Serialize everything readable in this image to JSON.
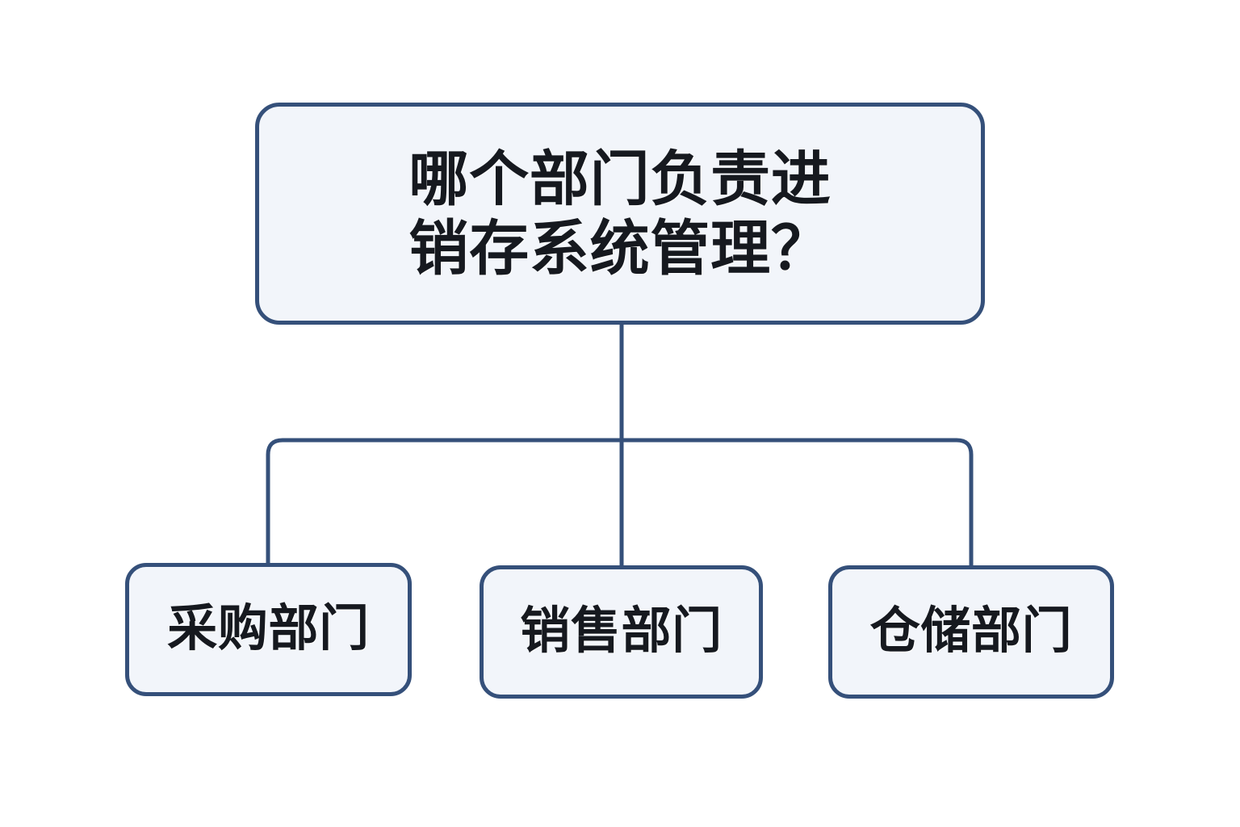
{
  "diagram": {
    "type": "decision-tree",
    "title_text": "哪个部门负责进销存系统管理？",
    "root": {
      "id": "root",
      "label": "哪个部门负责进\n销存系统管理？",
      "line1": "哪个部门负责进",
      "line2": "销存系统管理？"
    },
    "children": [
      {
        "id": "leaf-0",
        "label": "采购部门"
      },
      {
        "id": "leaf-1",
        "label": "销售部门"
      },
      {
        "id": "leaf-2",
        "label": "仓储部门"
      }
    ],
    "connector": {
      "name": "elbow-bus-connector",
      "stroke_color": "#35507a",
      "stroke_width": 5,
      "corner_radius": 18
    },
    "colors": {
      "node_fill": "#f2f5fa",
      "node_border": "#35507a",
      "text": "#16191f",
      "background": "#ffffff"
    }
  }
}
